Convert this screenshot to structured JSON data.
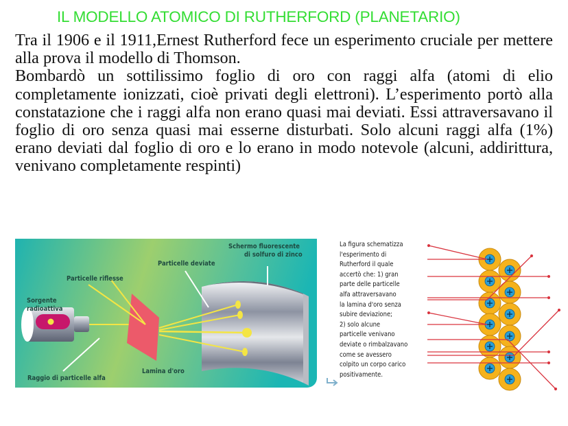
{
  "slide": {
    "title": "IL MODELLO ATOMICO DI RUTHERFORD (PLANETARIO)",
    "title_color": "#33dd33",
    "paragraphs": [
      "Tra il 1906 e il 1911,Ernest Rutherford fece un esperimento cruciale per mettere alla prova il modello di Thomson.",
      "Bombardò un sottilissimo foglio di oro con raggi alfa (atomi di elio completamente ionizzati, cioè privati degli elettroni). L’esperimento portò alla constatazione che i raggi alfa non erano quasi mai deviati. Essi attraversavano il foglio di oro senza quasi mai esserne disturbati. Solo alcuni raggi alfa (1%) erano deviati dal foglio di oro e lo erano in modo notevole (alcuni, addirittura, venivano completamente respinti)"
    ]
  },
  "experiment_figure": {
    "labels": {
      "screen": "Schermo fluorescente",
      "screen_line2": "di solfuro di zinco",
      "deflected": "Particelle deviate",
      "reflected": "Particelle riflesse",
      "source": "Sorgente",
      "source_line2": "radioattiva",
      "foil": "Lamina d'oro",
      "beam": "Raggio di particelle alfa"
    },
    "colors": {
      "bg_left": "#1fb3b0",
      "bg_center": "#9dcf6e",
      "foil": "#ec5a6a",
      "rays": "#f4e544"
    }
  },
  "caption": {
    "lines": [
      "La figura schematizza",
      "l'esperimento di",
      "Rutherford il quale",
      "accertò che: 1) gran",
      "parte delle particelle",
      "alfa attraversavano",
      "la lamina d'oro senza",
      "subire deviazione;",
      "2) solo alcune",
      "particelle venivano",
      "deviate o rimbalzavano",
      "come se avessero",
      "colpito un corpo carico",
      "positivamente."
    ]
  },
  "atom_diagram": {
    "nucleus_symbol": "+",
    "atom_color": "#f5b21c",
    "nucleus_color": "#2a9fd6",
    "ray_color": "#d9343f"
  }
}
